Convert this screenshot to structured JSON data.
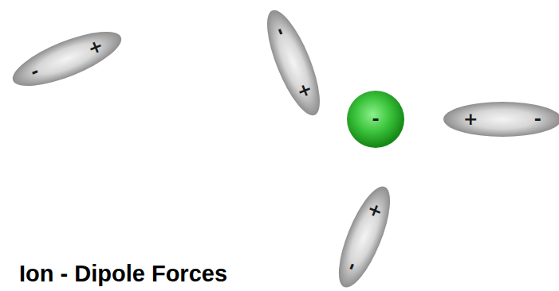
{
  "diagram": {
    "title": "Ion - Dipole Forces",
    "nodes": [
      {
        "text": [
          "-",
          "+"
        ]
      },
      {
        "text": [
          "-",
          "+"
        ]
      },
      {
        "text": [
          "-"
        ]
      },
      {
        "text": [
          "+",
          "-"
        ]
      },
      {
        "text": [
          "+",
          "-"
        ]
      }
    ]
  }
}
